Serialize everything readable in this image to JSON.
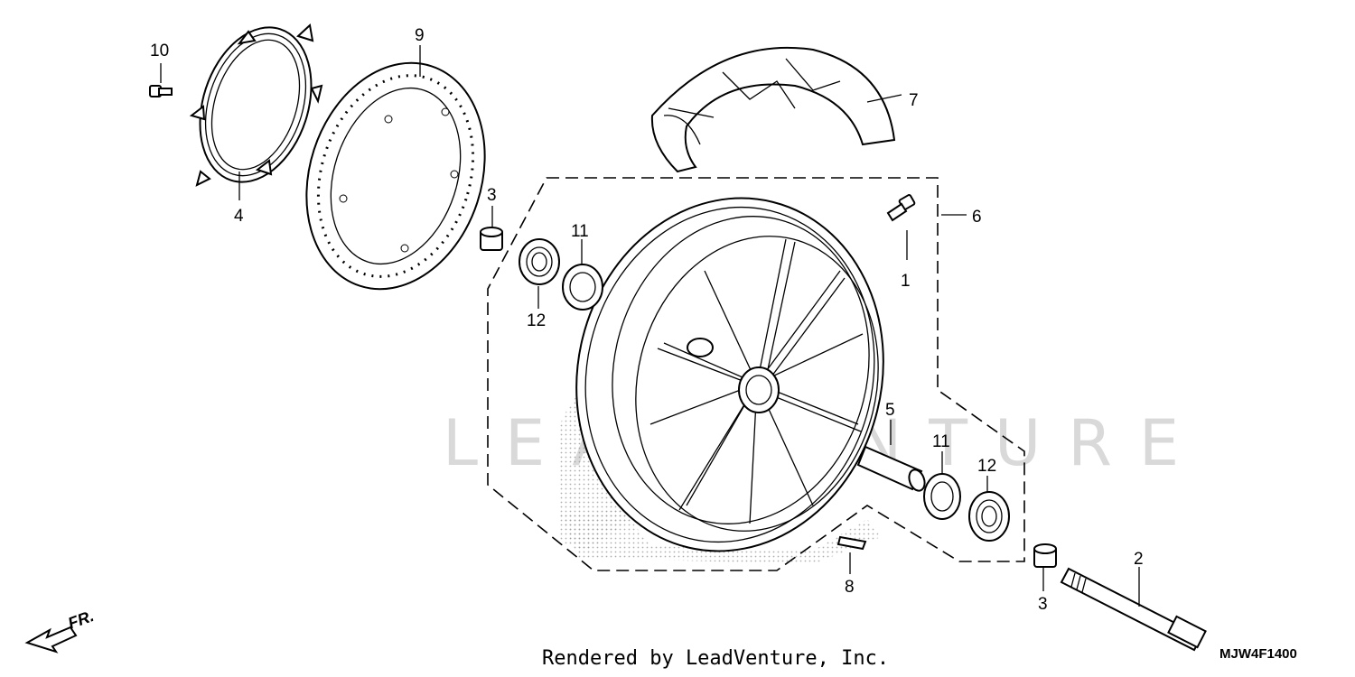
{
  "diagram": {
    "callouts": {
      "c1": "1",
      "c2": "2",
      "c3a": "3",
      "c3b": "3",
      "c4": "4",
      "c5": "5",
      "c6": "6",
      "c7": "7",
      "c8": "8",
      "c9": "9",
      "c10": "10",
      "c11a": "11",
      "c11b": "11",
      "c12a": "12",
      "c12b": "12"
    },
    "direction_label": "FR.",
    "watermark": "LEADVENTURE",
    "diagram_code": "MJW4F1400",
    "footer": "Rendered by LeadVenture, Inc."
  },
  "colors": {
    "line": "#000000",
    "watermark": "#d9d9d9",
    "stipple": "#bbbbbb"
  }
}
